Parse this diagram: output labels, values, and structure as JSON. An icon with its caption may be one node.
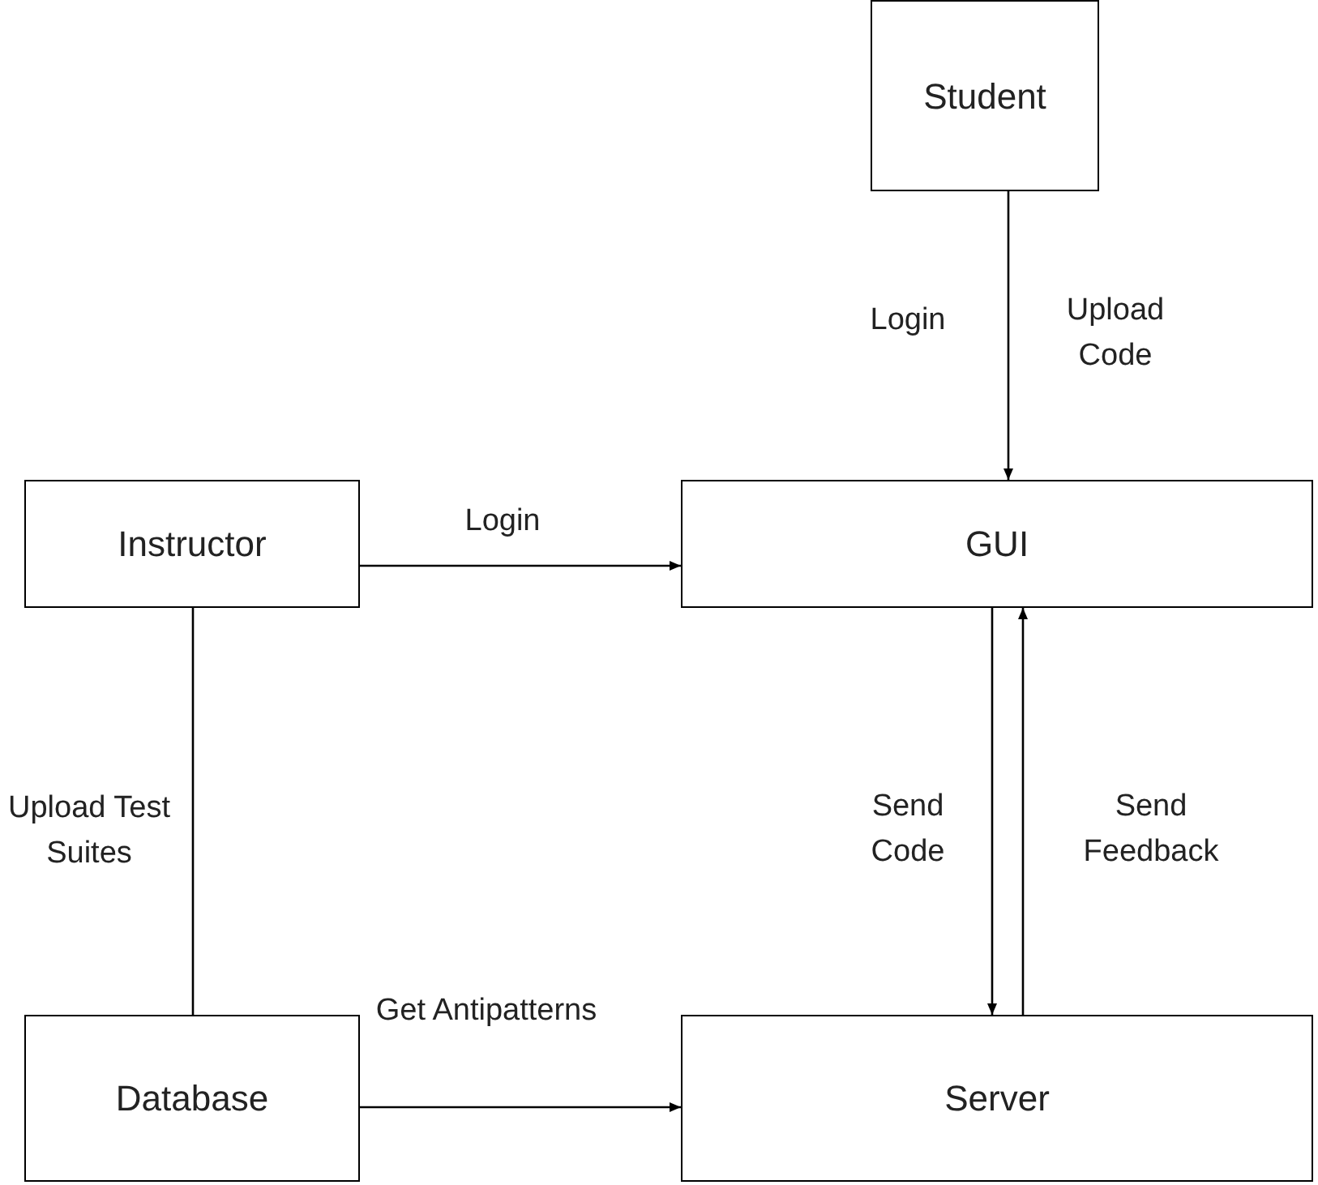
{
  "diagram": {
    "nodes": [
      {
        "text": [
          "Student"
        ]
      },
      {
        "text": [
          "Instructor"
        ]
      },
      {
        "text": [
          "GUI"
        ]
      },
      {
        "text": [
          "Database"
        ]
      },
      {
        "text": [
          "Server"
        ]
      }
    ],
    "edges": [
      {
        "from": 0,
        "to": 2,
        "arrow": "to",
        "label": "Login"
      },
      {
        "from": 1,
        "to": 2,
        "arrow": "to",
        "label": "Login"
      },
      {
        "from": 1,
        "to": 3,
        "arrow": "none",
        "label": "Upload Test Suites"
      },
      {
        "from": 2,
        "to": 4,
        "arrow": "to",
        "label": "Send Code"
      },
      {
        "from": 4,
        "to": 2,
        "arrow": "to",
        "label": "Send Feedback"
      },
      {
        "from": 3,
        "to": 4,
        "arrow": "to",
        "label": "Get Antipatterns"
      }
    ],
    "labels": [
      "Upload Code"
    ]
  }
}
